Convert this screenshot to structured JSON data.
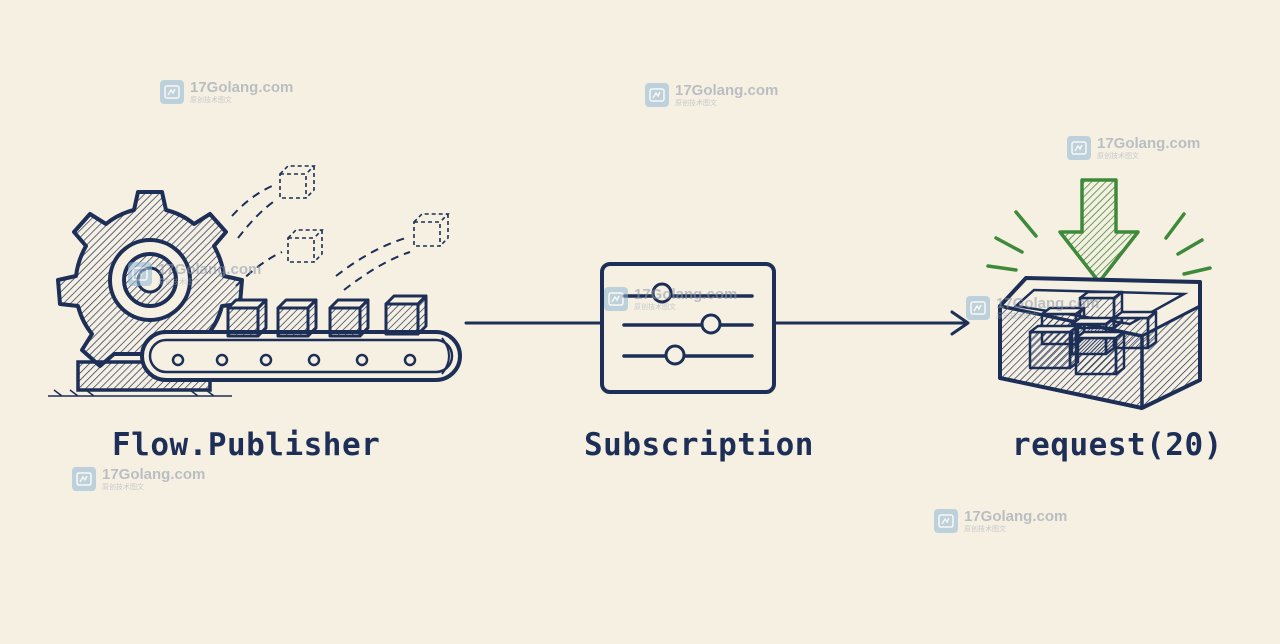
{
  "diagram": {
    "nodes": [
      {
        "id": "publisher",
        "label": "Flow.Publisher"
      },
      {
        "id": "subscription",
        "label": "Subscription"
      },
      {
        "id": "request",
        "label": "request(20)"
      }
    ]
  },
  "watermark": {
    "domain": "17Golang.com",
    "tagline": "原创技术图文"
  },
  "colors": {
    "ink": "#1d2f56",
    "accent": "#3f8a3a",
    "background": "#f6f0e3"
  }
}
